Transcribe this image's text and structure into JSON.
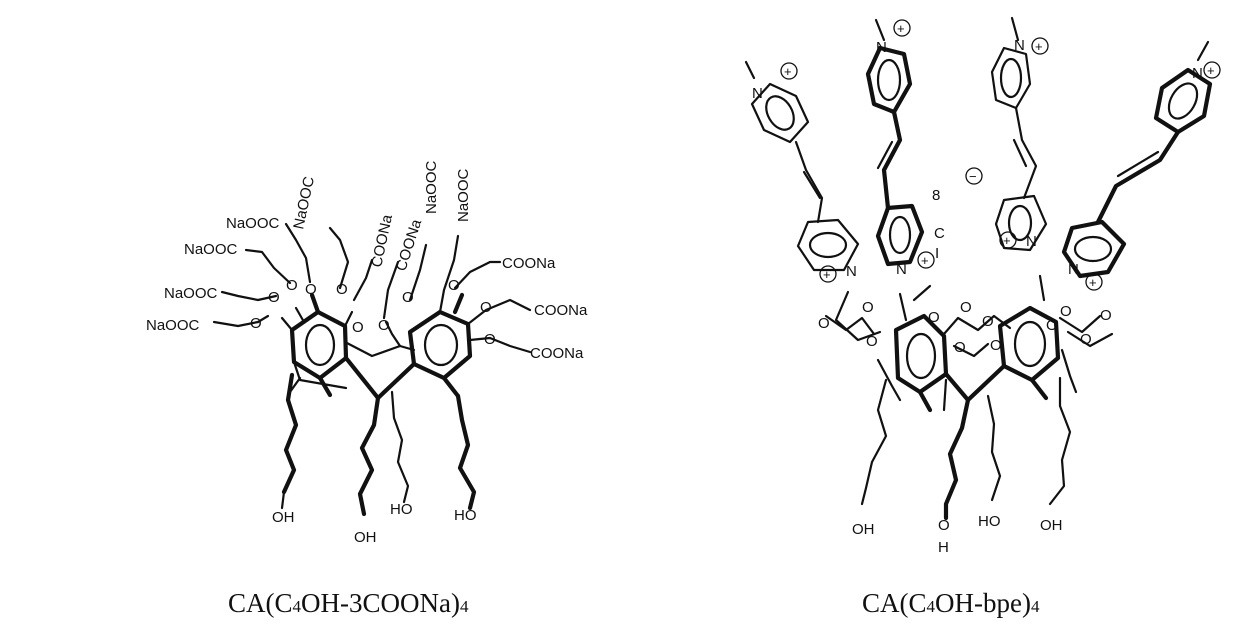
{
  "left_molecule": {
    "caption": {
      "prefix": "CA(C",
      "sub": "4",
      "mid": "OH-3COONa)",
      "sub2": "4"
    },
    "labels": {
      "naooc": "NaOOC",
      "coona": "COONa",
      "oh": "OH",
      "ho": "HO",
      "o": "O"
    }
  },
  "right_molecule": {
    "caption": {
      "prefix": "CA(C",
      "sub": "4",
      "mid": "OH-bpe)",
      "sub2": "4"
    },
    "labels": {
      "n": "N",
      "oh": "OH",
      "ho": "HO",
      "o": "O",
      "h": "H",
      "plus": "+",
      "minus": "−",
      "eight": "8",
      "c": "C",
      "i": "I"
    }
  }
}
